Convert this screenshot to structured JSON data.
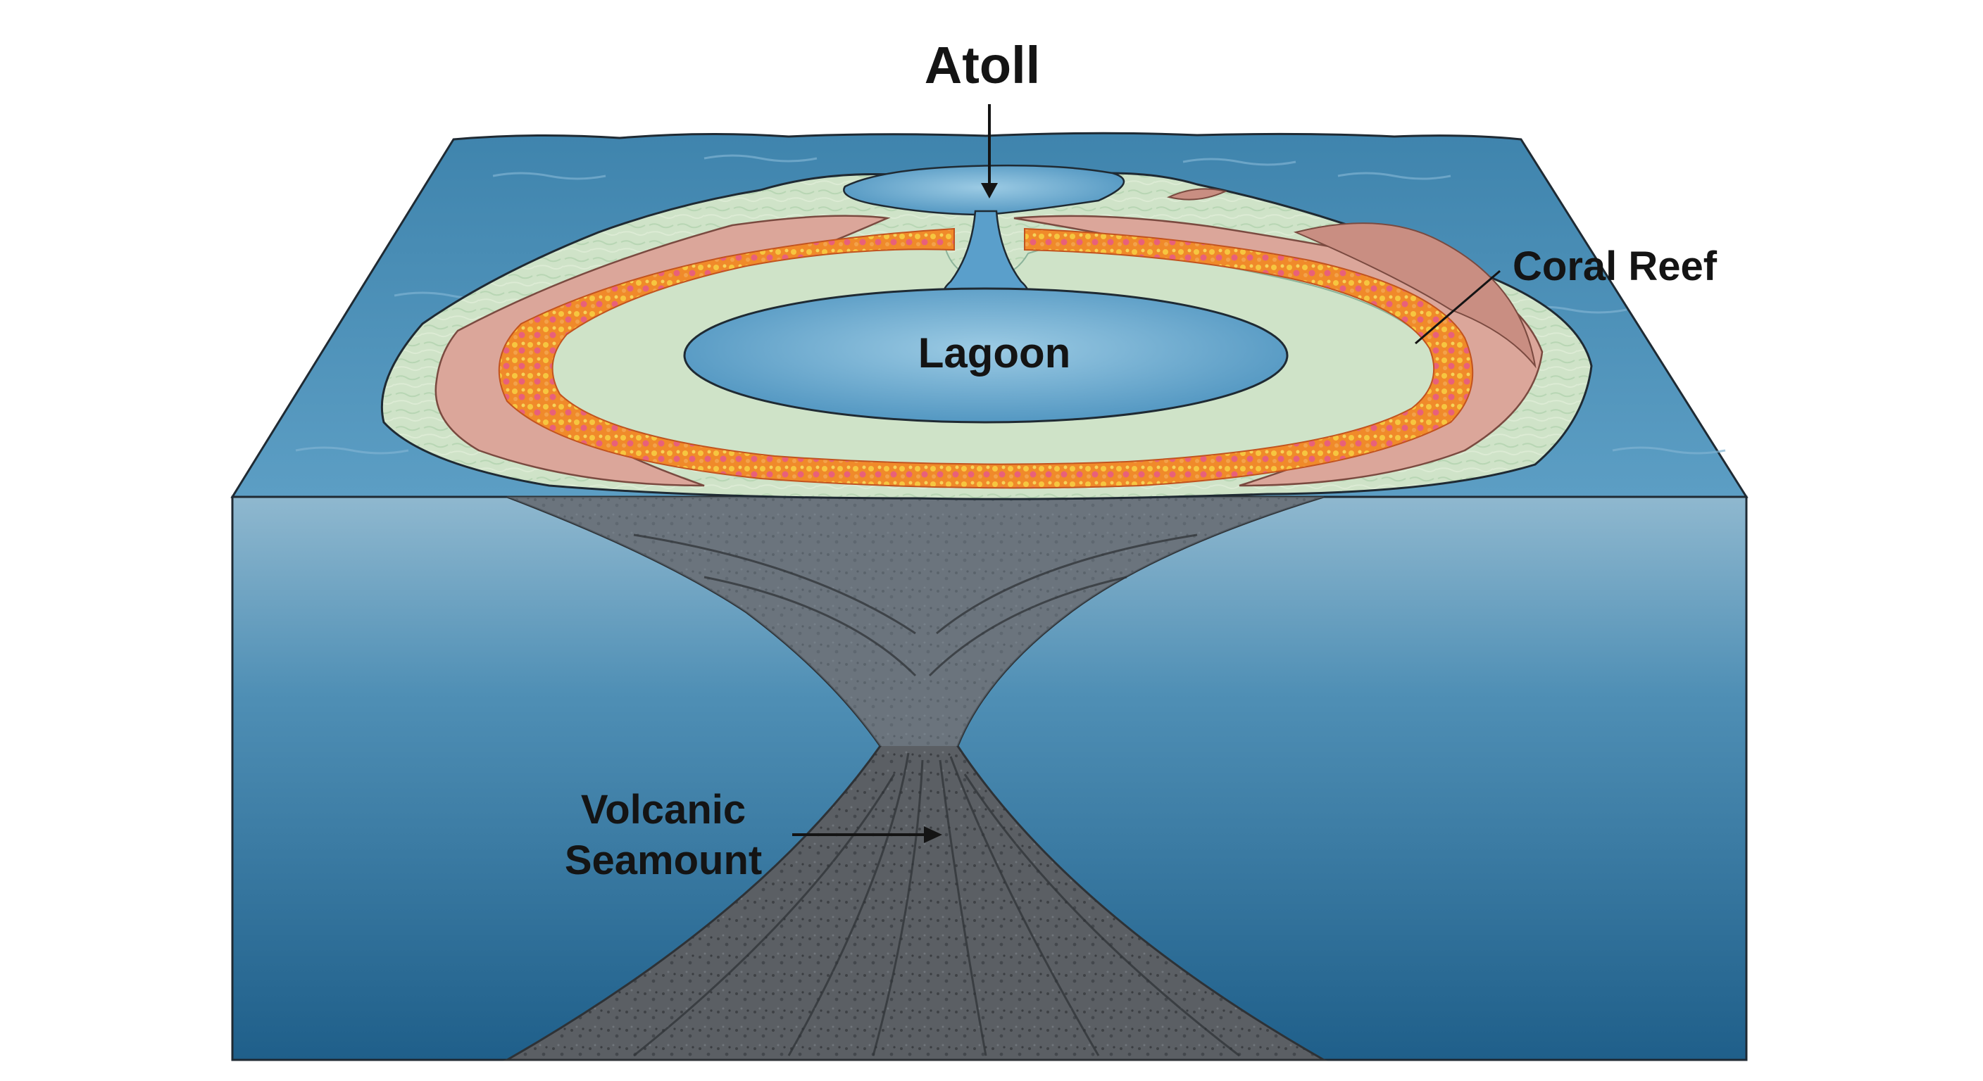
{
  "title": "Atoll",
  "labels": {
    "lagoon": "Lagoon",
    "coral_reef": "Coral Reef",
    "volcanic_seamount_line1": "Volcanic",
    "volcanic_seamount_line2": "Seamount"
  },
  "colors": {
    "ocean_surface": "#4f8fb5",
    "ocean_front_top": "#8fb8cf",
    "ocean_front_bottom": "#1f5f8a",
    "lagoon_water": "#6aaed3",
    "shallow_flat": "#cfe3c8",
    "beach_rock": "#dba69a",
    "coral_orange": "#f08a2a",
    "coral_yellow": "#f6c640",
    "coral_pink": "#e8607a",
    "seamount_rock": "#5a5e64",
    "outline": "#1f2a33"
  }
}
